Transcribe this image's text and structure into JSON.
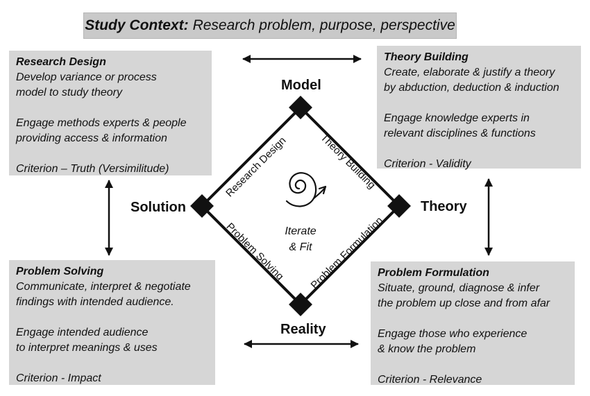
{
  "header": {
    "label": "Study Context:",
    "text": "Research problem, purpose, perspective"
  },
  "boxes": {
    "research_design": {
      "title": "Research Design",
      "lines1": [
        "Develop variance or process",
        "model to study theory"
      ],
      "lines2": [
        "Engage methods experts & people",
        "providing access & information"
      ],
      "criterion": "Criterion – Truth (Versimilitude)"
    },
    "theory_building": {
      "title": "Theory Building",
      "lines1": [
        "Create, elaborate & justify a theory",
        "by abduction, deduction & induction"
      ],
      "lines2": [
        "Engage knowledge experts in",
        "relevant disciplines & functions"
      ],
      "criterion": "Criterion - Validity"
    },
    "problem_solving": {
      "title": "Problem Solving",
      "lines1": [
        "Communicate, interpret & negotiate",
        "findings with intended audience."
      ],
      "lines2": [
        "Engage intended audience",
        "to interpret meanings & uses"
      ],
      "criterion": "Criterion - Impact"
    },
    "problem_formulation": {
      "title": "Problem Formulation",
      "lines1": [
        "Situate, ground, diagnose & infer",
        "the problem up close and from afar"
      ],
      "lines2": [
        "Engage those who experience",
        "& know the problem"
      ],
      "criterion": "Criterion - Relevance"
    }
  },
  "nodes": {
    "model": "Model",
    "solution": "Solution",
    "theory": "Theory",
    "reality": "Reality"
  },
  "diamond": {
    "edge_top_left": "Research Design",
    "edge_top_right": "Theory Building",
    "edge_bottom_left": "Problem Solving",
    "edge_bottom_right": "Problem Formulation",
    "center_line1": "Iterate",
    "center_line2": "& Fit"
  },
  "colors": {
    "box_fill": "#d6d6d6",
    "header_fill": "#c9c9c9",
    "ink": "#111111"
  }
}
